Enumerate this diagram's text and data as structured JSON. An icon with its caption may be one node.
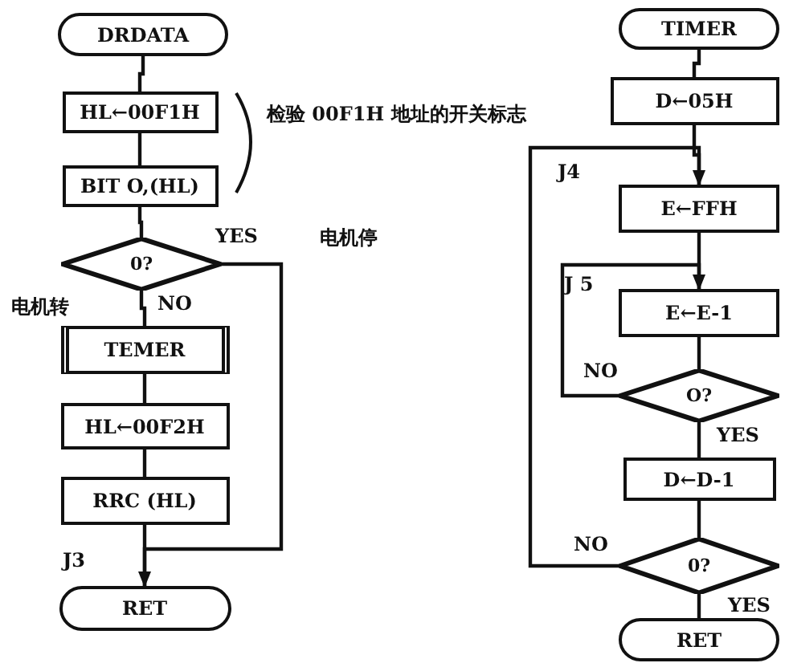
{
  "diagram": {
    "nodes": [
      {
        "text": [
          "DRDATA"
        ]
      },
      {
        "text": [
          "HL←00F1H"
        ]
      },
      {
        "text": [
          "BIT O,(HL)"
        ]
      },
      {
        "text": [
          "0?"
        ]
      },
      {
        "text": [
          "TEMER"
        ]
      },
      {
        "text": [
          "HL←00F2H"
        ]
      },
      {
        "text": [
          "RRC (HL)"
        ]
      },
      {
        "text": [
          "RET"
        ]
      },
      {
        "text": [
          "TIMER"
        ]
      },
      {
        "text": [
          "D←05H"
        ]
      },
      {
        "text": [
          "E←FFH"
        ]
      },
      {
        "text": [
          "E←E-1"
        ]
      },
      {
        "text": [
          "O?"
        ]
      },
      {
        "text": [
          "D←D-1"
        ]
      },
      {
        "text": [
          "0?"
        ]
      },
      {
        "text": [
          "RET"
        ]
      }
    ],
    "edges": [
      {
        "from": 0,
        "to": 1,
        "arrow": "none"
      },
      {
        "from": 1,
        "to": 2,
        "arrow": "none"
      },
      {
        "from": 2,
        "to": 3,
        "arrow": "none"
      },
      {
        "from": 3,
        "to": 4,
        "arrow": "none",
        "label": "NO"
      },
      {
        "from": 3,
        "to": 7,
        "arrow": "to",
        "label": "YES"
      },
      {
        "from": 4,
        "to": 5,
        "arrow": "none"
      },
      {
        "from": 5,
        "to": 6,
        "arrow": "none"
      },
      {
        "from": 6,
        "to": 7,
        "arrow": "none"
      },
      {
        "from": 8,
        "to": 9,
        "arrow": "none"
      },
      {
        "from": 9,
        "to": 10,
        "arrow": "none"
      },
      {
        "from": 10,
        "to": 11,
        "arrow": "none"
      },
      {
        "from": 11,
        "to": 12,
        "arrow": "none"
      },
      {
        "from": 12,
        "to": 13,
        "arrow": "none",
        "label": "YES"
      },
      {
        "from": 12,
        "to": 11,
        "arrow": "to",
        "label": "NO"
      },
      {
        "from": 13,
        "to": 14,
        "arrow": "none"
      },
      {
        "from": 14,
        "to": 15,
        "arrow": "none",
        "label": "YES"
      },
      {
        "from": 14,
        "to": 10,
        "arrow": "to",
        "label": "NO"
      }
    ],
    "labels": [
      "检验 00F1H 地址的开关标志",
      "电机停",
      "电机转",
      "J4",
      "J 5",
      "J3"
    ]
  }
}
